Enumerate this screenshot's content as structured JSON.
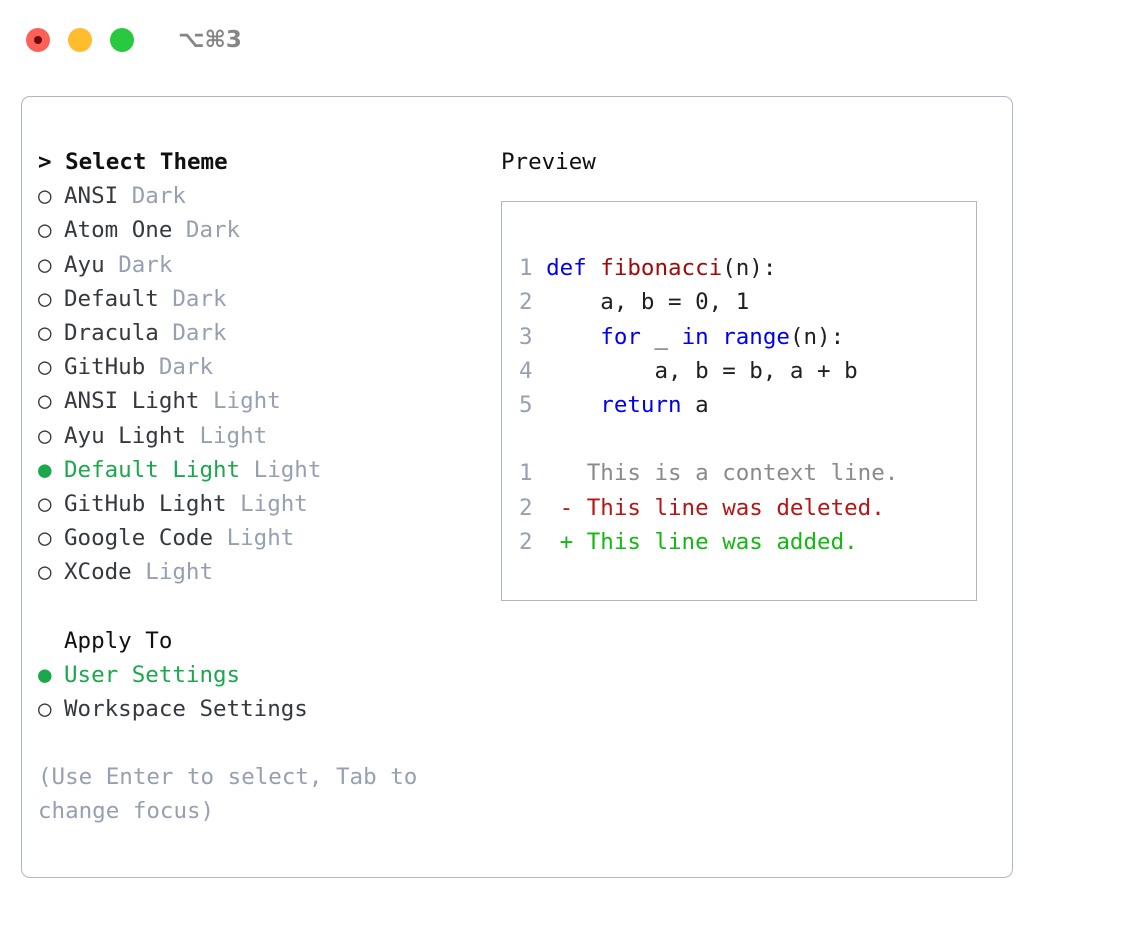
{
  "titlebar": {
    "shortcut": "⌥⌘3",
    "buttons": [
      {
        "name": "close",
        "color": "#FB6158"
      },
      {
        "name": "minimize",
        "color": "#FEBC2E"
      },
      {
        "name": "maximize",
        "color": "#28C83F"
      }
    ]
  },
  "theme_picker": {
    "heading": "> Select Theme",
    "options": [
      {
        "bullet": "○",
        "label": "ANSI",
        "tag": "Dark",
        "selected": false
      },
      {
        "bullet": "○",
        "label": "Atom One",
        "tag": "Dark",
        "selected": false
      },
      {
        "bullet": "○",
        "label": "Ayu",
        "tag": "Dark",
        "selected": false
      },
      {
        "bullet": "○",
        "label": "Default",
        "tag": "Dark",
        "selected": false
      },
      {
        "bullet": "○",
        "label": "Dracula",
        "tag": "Dark",
        "selected": false
      },
      {
        "bullet": "○",
        "label": "GitHub",
        "tag": "Dark",
        "selected": false
      },
      {
        "bullet": "○",
        "label": "ANSI Light",
        "tag": "Light",
        "selected": false
      },
      {
        "bullet": "○",
        "label": "Ayu Light",
        "tag": "Light",
        "selected": false
      },
      {
        "bullet": "●",
        "label": "Default Light",
        "tag": "Light",
        "selected": true
      },
      {
        "bullet": "○",
        "label": "GitHub Light",
        "tag": "Light",
        "selected": false
      },
      {
        "bullet": "○",
        "label": "Google Code",
        "tag": "Light",
        "selected": false
      },
      {
        "bullet": "○",
        "label": "XCode",
        "tag": "Light",
        "selected": false
      }
    ]
  },
  "apply_to": {
    "label": "Apply To",
    "options": [
      {
        "bullet": "●",
        "label": "User Settings",
        "selected": true
      },
      {
        "bullet": "○",
        "label": "Workspace Settings",
        "selected": false
      }
    ]
  },
  "hint": "(Use Enter to select, Tab to change focus)",
  "preview": {
    "title": "Preview",
    "code_lines": [
      {
        "no": "1",
        "tokens": [
          {
            "t": "def",
            "c": "kw"
          },
          {
            "t": " ",
            "c": "plain"
          },
          {
            "t": "fibonacci",
            "c": "fn"
          },
          {
            "t": "(n):",
            "c": "plain"
          }
        ]
      },
      {
        "no": "2",
        "tokens": [
          {
            "t": "    a, b = 0, 1",
            "c": "plain"
          }
        ]
      },
      {
        "no": "3",
        "tokens": [
          {
            "t": "    ",
            "c": "plain"
          },
          {
            "t": "for",
            "c": "kw"
          },
          {
            "t": " _ ",
            "c": "plain"
          },
          {
            "t": "in",
            "c": "kw"
          },
          {
            "t": " ",
            "c": "plain"
          },
          {
            "t": "range",
            "c": "kw"
          },
          {
            "t": "(n):",
            "c": "plain"
          }
        ]
      },
      {
        "no": "4",
        "tokens": [
          {
            "t": "        a, b = b, a + b",
            "c": "plain"
          }
        ]
      },
      {
        "no": "5",
        "tokens": [
          {
            "t": "    ",
            "c": "plain"
          },
          {
            "t": "return",
            "c": "kw"
          },
          {
            "t": " a",
            "c": "plain"
          }
        ]
      }
    ],
    "diff_lines": [
      {
        "no": "1",
        "marker": " ",
        "text": " This is a context line.",
        "kind": "ctx"
      },
      {
        "no": "2",
        "marker": "-",
        "text": " This line was deleted.",
        "kind": "del"
      },
      {
        "no": "2",
        "marker": "+",
        "text": " This line was added.",
        "kind": "add"
      }
    ]
  },
  "colors": {
    "accent_green": "#1BA84C",
    "muted": "#96A0B0",
    "border": "#AEB7C4",
    "keyword": "#0000EE",
    "function": "#A20A0A",
    "diff_added": "#13B913",
    "diff_deleted": "#B81414"
  }
}
